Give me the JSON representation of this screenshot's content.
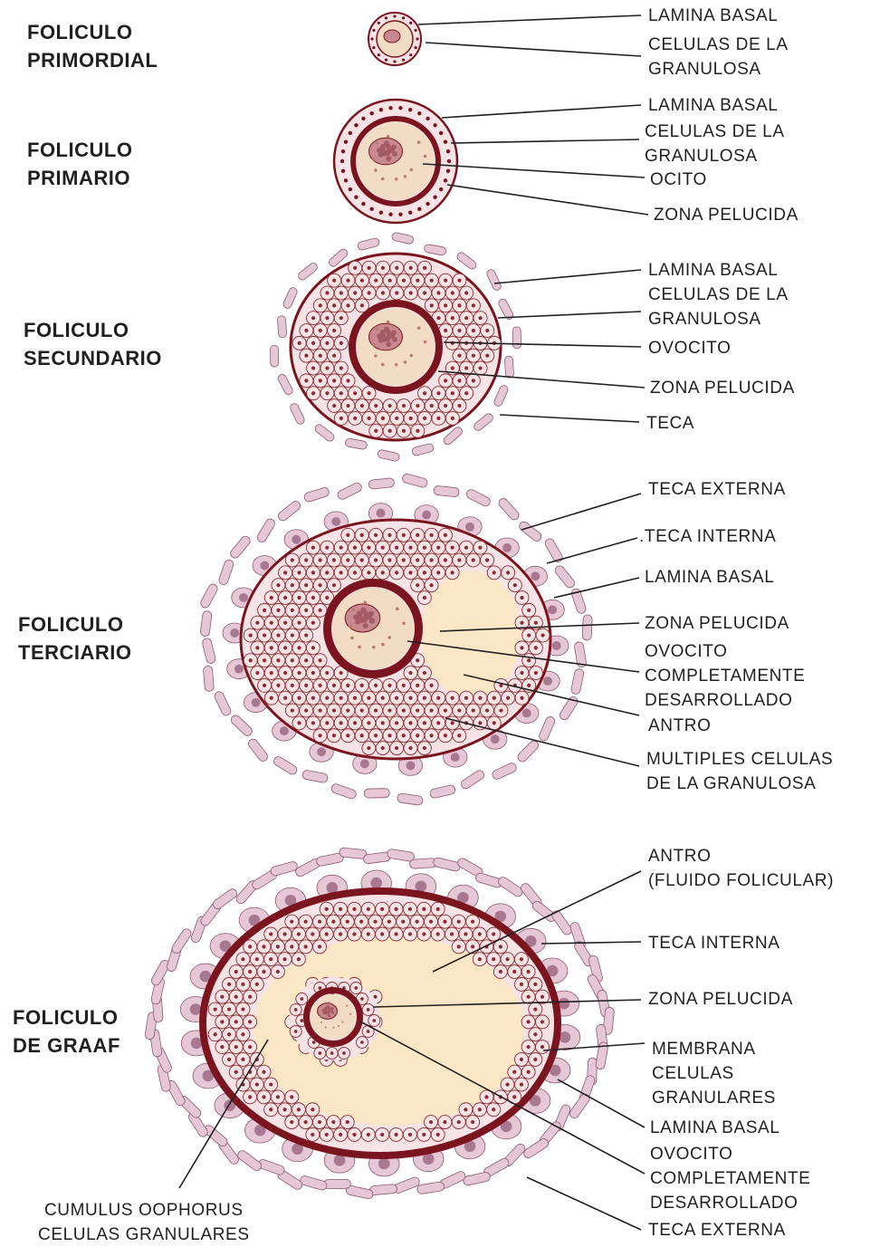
{
  "colors": {
    "membrane": "#7a1520",
    "cell_fill": "#f6e3e5",
    "cell_stroke": "#8a2a33",
    "ooplasm": "#f3dcc5",
    "antrum": "#fbe7c6",
    "theca_cell": "#e6c7d6",
    "theca_nucleus": "#a7788f",
    "leader": "#231f20"
  },
  "follicles": [
    {
      "id": "primordial",
      "title": "FOLICULO\nPRIMORDIAL",
      "labels": [
        "LAMINA BASAL",
        "CELULAS DE LA\nGRANULOSA"
      ]
    },
    {
      "id": "primario",
      "title": "FOLICULO\nPRIMARIO",
      "labels": [
        "LAMINA BASAL",
        "CELULAS DE LA\nGRANULOSA",
        "OCITO",
        "ZONA PELUCIDA"
      ]
    },
    {
      "id": "secundario",
      "title": "FOLICULO\nSECUNDARIO",
      "labels": [
        "LAMINA BASAL",
        "CELULAS DE LA\nGRANULOSA",
        "OVOCITO",
        "ZONA PELUCIDA",
        "TECA"
      ]
    },
    {
      "id": "terciario",
      "title": "FOLICULO\nTERCIARIO",
      "labels": [
        "TECA EXTERNA",
        ".TECA INTERNA",
        "LAMINA BASAL",
        "ZONA PELUCIDA",
        "OVOCITO\nCOMPLETAMENTE\nDESARROLLADO",
        "ANTRO",
        "MULTIPLES CELULAS\nDE LA GRANULOSA"
      ]
    },
    {
      "id": "graaf",
      "title": "FOLICULO\nDE GRAAF",
      "labels": [
        "ANTRO\n(FLUIDO FOLICULAR)",
        "TECA INTERNA",
        "ZONA PELUCIDA",
        "MEMBRANA\nCELULAS\nGRANULARES",
        "LAMINA BASAL",
        "OVOCITO\nCOMPLETAMENTE\nDESARROLLADO",
        "TECA EXTERNA",
        "CUMULUS OOPHORUS\nCELULAS GRANULARES"
      ]
    }
  ]
}
